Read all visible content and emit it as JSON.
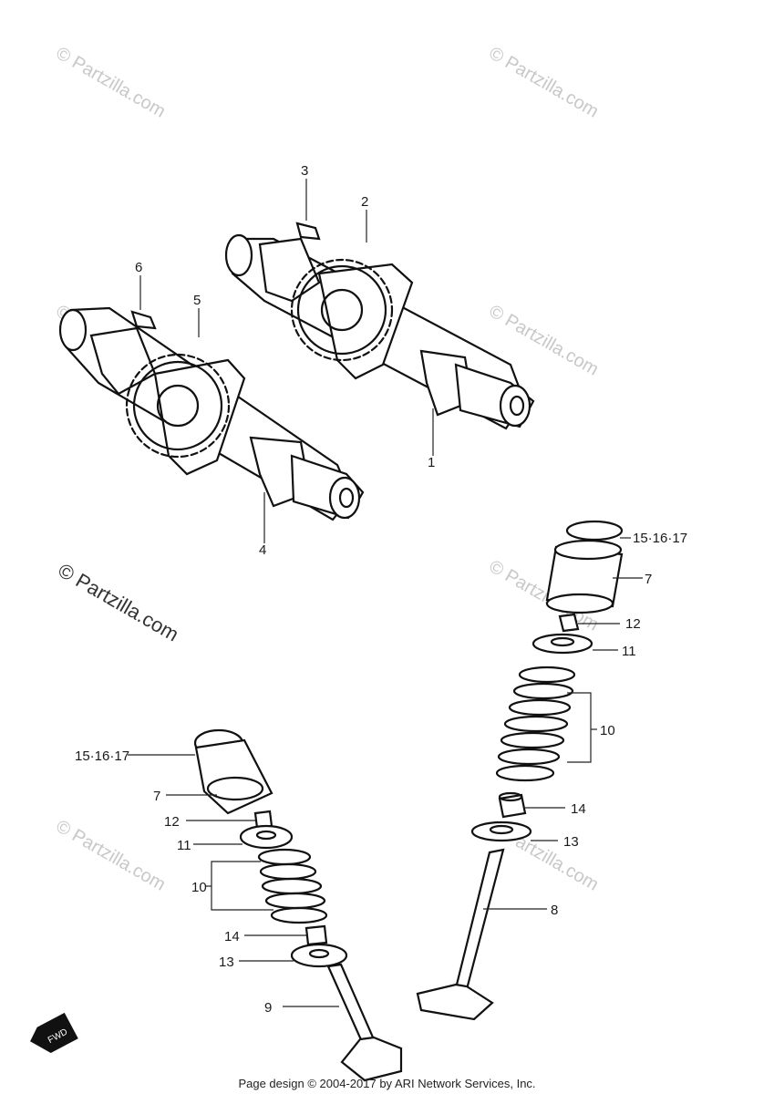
{
  "callouts": {
    "c1": "1",
    "c2": "2",
    "c3": "3",
    "c4": "4",
    "c5": "5",
    "c6": "6",
    "c7a": "7",
    "c7b": "7",
    "c8": "8",
    "c9": "9",
    "c10a": "10",
    "c10b": "10",
    "c11a": "11",
    "c11b": "11",
    "c12a": "12",
    "c12b": "12",
    "c13a": "13",
    "c13b": "13",
    "c14a": "14",
    "c14b": "14",
    "c15a": "15·16·17",
    "c15b": "15·16·17"
  },
  "watermarks": {
    "w1": "© Partzilla.com",
    "w2": "© Partzilla.com",
    "w3": "© Partzilla.com",
    "w4": "© Partzilla.com",
    "w5": "© Partzilla.com",
    "w6": "© Partzilla.com",
    "w7": "© Partzilla.com",
    "main": "© Partzilla.com"
  },
  "fwd_badge": "FWD",
  "footer": "Page design © 2004-2017 by ARI Network Services, Inc."
}
